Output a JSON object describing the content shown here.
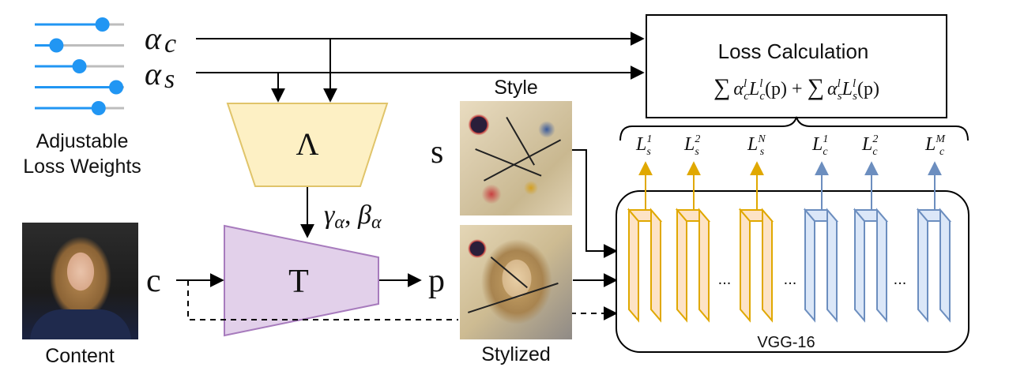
{
  "weights": {
    "caption_line1": "Adjustable",
    "caption_line2": "Loss Weights",
    "alpha_c": "α",
    "alpha_c_sub": "c",
    "alpha_s": "α",
    "alpha_s_sub": "s",
    "slider_levels": [
      0.8,
      0.2,
      0.5,
      0.98,
      0.75
    ]
  },
  "lambda_block": {
    "label": "Λ"
  },
  "gamma_beta": {
    "gamma": "γ",
    "gamma_sub": "α",
    "sep": ", ",
    "beta": "β",
    "beta_sub": "α"
  },
  "transform_block": {
    "label": "T"
  },
  "content": {
    "symbol": "c",
    "caption": "Content"
  },
  "style": {
    "symbol": "s",
    "caption": "Style"
  },
  "output": {
    "symbol": "p",
    "caption": "Stylized"
  },
  "loss": {
    "title": "Loss Calculation",
    "formula_sum1": "∑",
    "formula_term1_a": "α",
    "formula_term1_b": "L",
    "formula_plus": "+",
    "formula_term2_a": "α",
    "formula_term2_b": "L",
    "formula_arg": "(p)",
    "sup_l": "l",
    "sub_c": "c",
    "sub_s": "s"
  },
  "features": [
    {
      "base": "L",
      "sub": "s",
      "sup": "1",
      "group": "style"
    },
    {
      "base": "L",
      "sub": "s",
      "sup": "2",
      "group": "style"
    },
    {
      "base": "L",
      "sub": "s",
      "sup": "N",
      "group": "style"
    },
    {
      "base": "L",
      "sub": "c",
      "sup": "1",
      "group": "content"
    },
    {
      "base": "L",
      "sub": "c",
      "sup": "2",
      "group": "content"
    },
    {
      "base": "L",
      "sub": "c",
      "sup": "M",
      "group": "content"
    }
  ],
  "vgg": {
    "label": "VGG-16",
    "ellipsis": "..."
  },
  "colors": {
    "slider": "#2196f3",
    "slider_track": "#bdbdbd",
    "lambda_fill": "#fdf0c4",
    "lambda_stroke": "#e0c46a",
    "transform_fill": "#e2d0ea",
    "transform_stroke": "#a77bbd",
    "style_fill": "#fde3c6",
    "style_stroke": "#e0a800",
    "content_fill": "#dbe7f8",
    "content_stroke": "#6c8ebf"
  }
}
